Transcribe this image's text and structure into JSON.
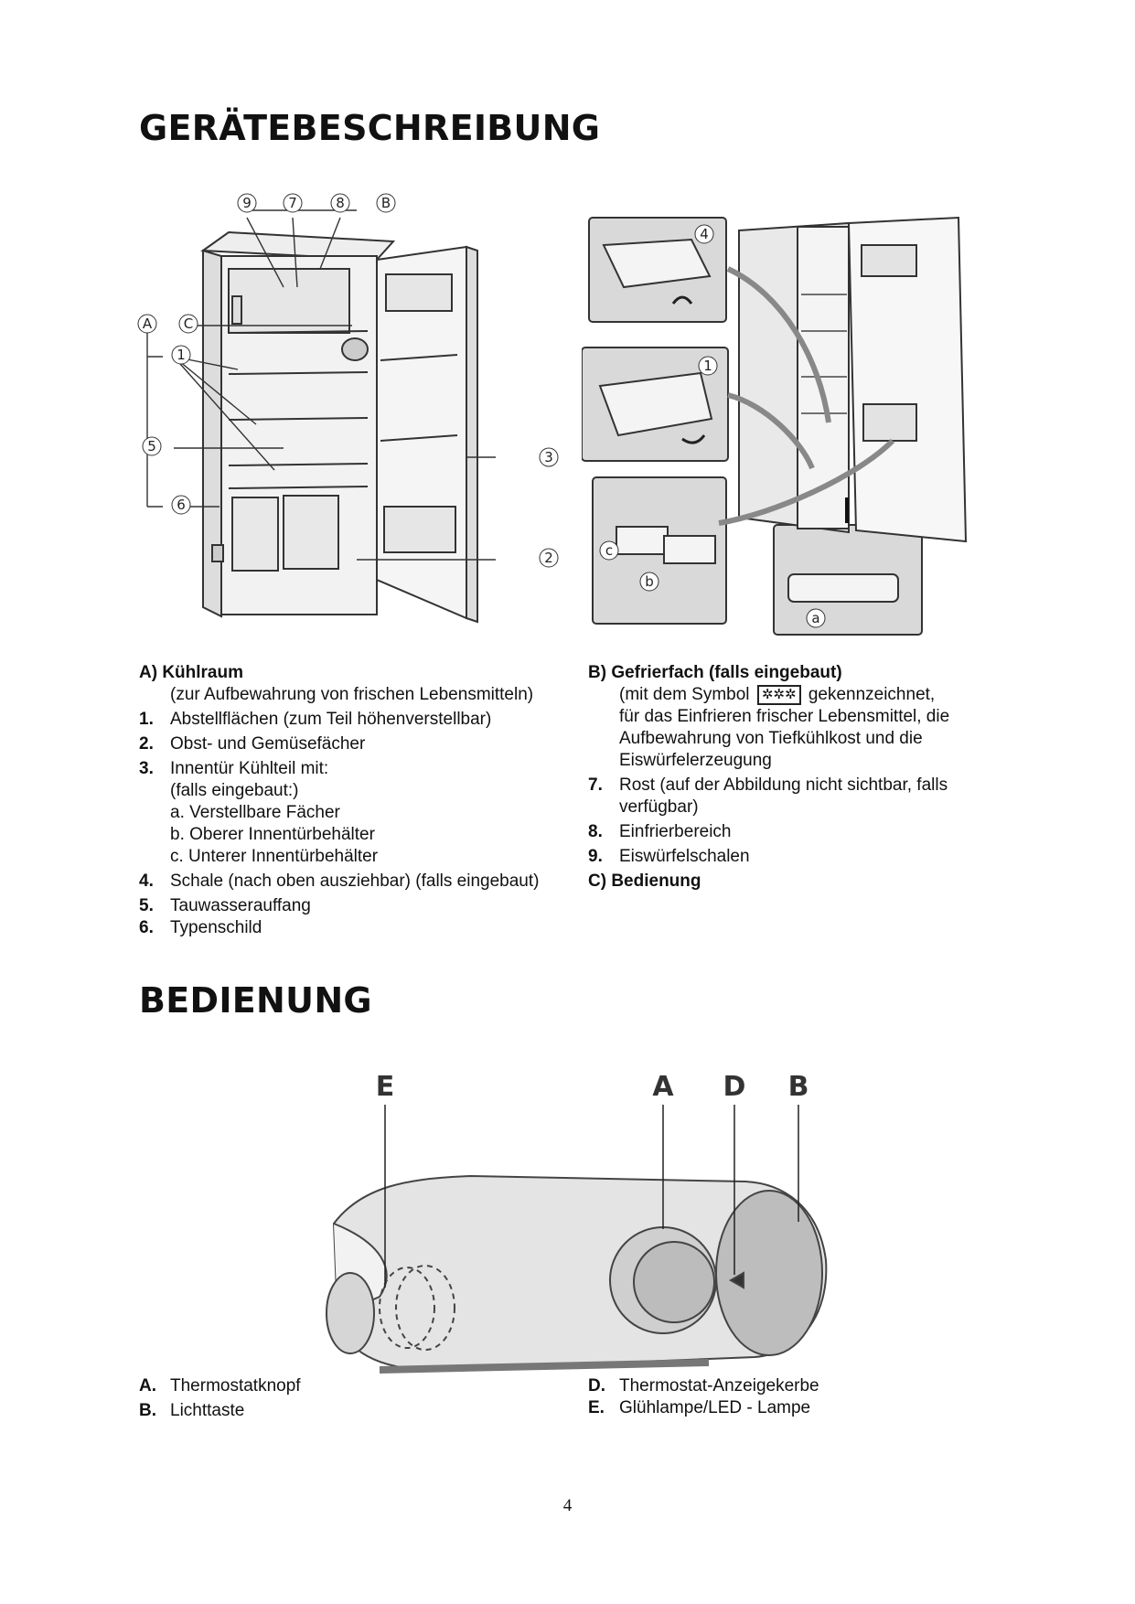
{
  "section1": {
    "title": "GERÄTEBESCHREIBUNG",
    "figure_labels": [
      "9",
      "7",
      "8",
      "B",
      "A",
      "C",
      "1",
      "5",
      "6",
      "3",
      "2"
    ],
    "detail_labels": [
      "4",
      "1",
      "c",
      "b",
      "a"
    ],
    "left_column": {
      "heading": "A) Kühlraum",
      "heading_note": "(zur Aufbewahrung von frischen Lebensmitteln)",
      "items": [
        {
          "num": "1.",
          "text": "Abstellflächen (zum Teil höhenverstellbar)"
        },
        {
          "num": "2.",
          "text": "Obst- und Gemüsefächer"
        },
        {
          "num": "3.",
          "text": "Innentür Kühlteil mit:"
        }
      ],
      "item3_lines": [
        "(falls eingebaut:)",
        "a. Verstellbare Fächer",
        "b. Oberer Innentürbehälter",
        "c. Unterer Innentürbehälter"
      ],
      "items_after": [
        {
          "num": "4.",
          "text": "Schale (nach oben ausziehbar) (falls eingebaut)"
        },
        {
          "num": "5.",
          "text": "Tauwasserauffang"
        },
        {
          "num": "6.",
          "text": "Typenschild"
        }
      ]
    },
    "right_column": {
      "heading": "B) Gefrierfach (falls eingebaut)",
      "note_prefix": "(mit dem Symbol",
      "symbol": "✲✲✲",
      "note_suffix": "gekennzeichnet,",
      "note_lines": [
        "für das Einfrieren frischer Lebensmittel, die",
        "Aufbewahrung von Tiefkühlkost und die",
        "Eiswürfelerzeugung"
      ],
      "items": [
        {
          "num": "7.",
          "text": "Rost (auf der Abbildung nicht sichtbar, falls verfügbar)"
        },
        {
          "num": "8.",
          "text": "Einfrierbereich"
        },
        {
          "num": "9.",
          "text": "Eiswürfelschalen"
        }
      ],
      "heading2": "C) Bedienung"
    }
  },
  "section2": {
    "title": "BEDIENUNG",
    "figure_letters": [
      "E",
      "A",
      "D",
      "B"
    ],
    "items_left": [
      {
        "num": "A.",
        "text": "Thermostatknopf"
      },
      {
        "num": "B.",
        "text": "Lichttaste"
      }
    ],
    "items_right": [
      {
        "num": "D.",
        "text": "Thermostat-Anzeigekerbe"
      },
      {
        "num": "E.",
        "text": "Glühlampe/LED - Lampe"
      }
    ]
  },
  "page_number": "4"
}
